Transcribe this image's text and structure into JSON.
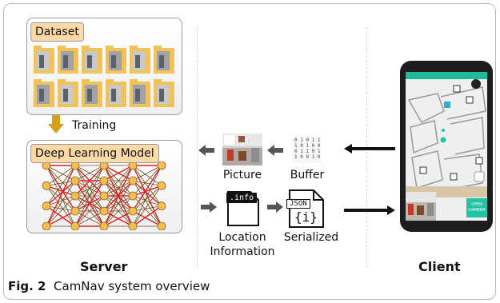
{
  "server": {
    "dataset_label": "Dataset",
    "training_label": "Training",
    "model_label": "Deep Learning Model",
    "title": "Server"
  },
  "middle": {
    "picture_label": "Picture",
    "buffer_label": "Buffer",
    "location_label_line1": "Location",
    "location_label_line2": "Information",
    "serialized_label": "Serialized",
    "file_ext": ".info",
    "json_tag": "JSON",
    "json_symbol": "{i}"
  },
  "client": {
    "title": "Client",
    "phone_button": "OPEN CAMERA"
  },
  "caption": {
    "prefix": "Fig. 2",
    "text": "CamNav system overview"
  },
  "colors": {
    "folder": "#f2c257",
    "arrow_down": "#d6a01a",
    "node": "#f6bd4f",
    "edge_red": "#e02020",
    "edge_brown": "#6b4a1a",
    "phone_green": "#22c3a5"
  }
}
